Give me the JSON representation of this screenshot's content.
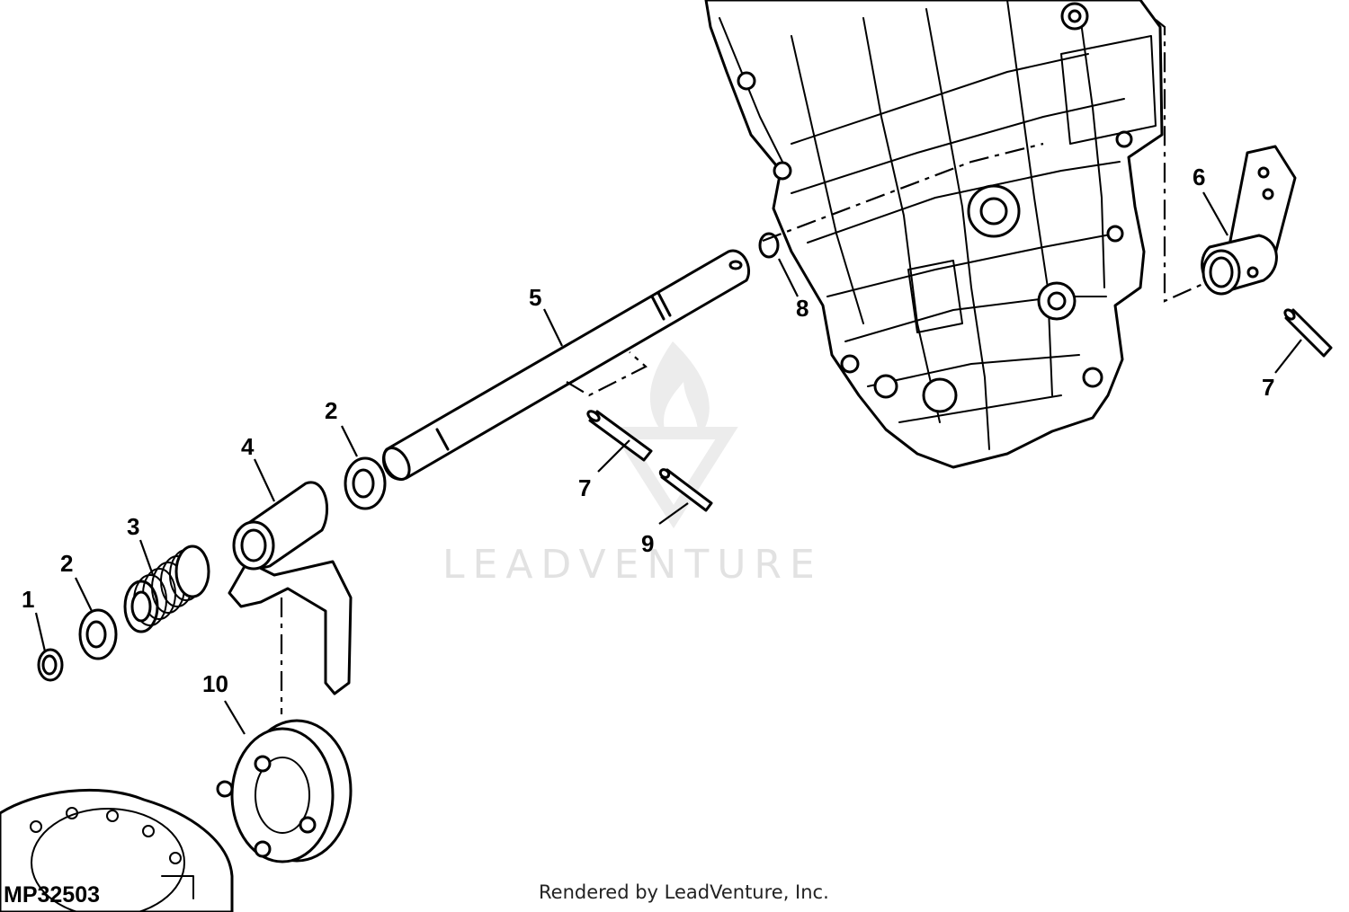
{
  "callouts": [
    {
      "id": "c1",
      "text": "1"
    },
    {
      "id": "c2a",
      "text": "2"
    },
    {
      "id": "c2b",
      "text": "2"
    },
    {
      "id": "c3",
      "text": "3"
    },
    {
      "id": "c4",
      "text": "4"
    },
    {
      "id": "c5",
      "text": "5"
    },
    {
      "id": "c6",
      "text": "6"
    },
    {
      "id": "c7a",
      "text": "7"
    },
    {
      "id": "c7b",
      "text": "7"
    },
    {
      "id": "c8",
      "text": "8"
    },
    {
      "id": "c9",
      "text": "9"
    },
    {
      "id": "c10",
      "text": "10"
    }
  ],
  "figure_id": "MP32503",
  "watermark": "LEADVENTURE",
  "credit": "Rendered by LeadVenture, Inc.",
  "colors": {
    "ink": "#000000",
    "watermark": "#e2e2e2",
    "background": "#ffffff"
  }
}
